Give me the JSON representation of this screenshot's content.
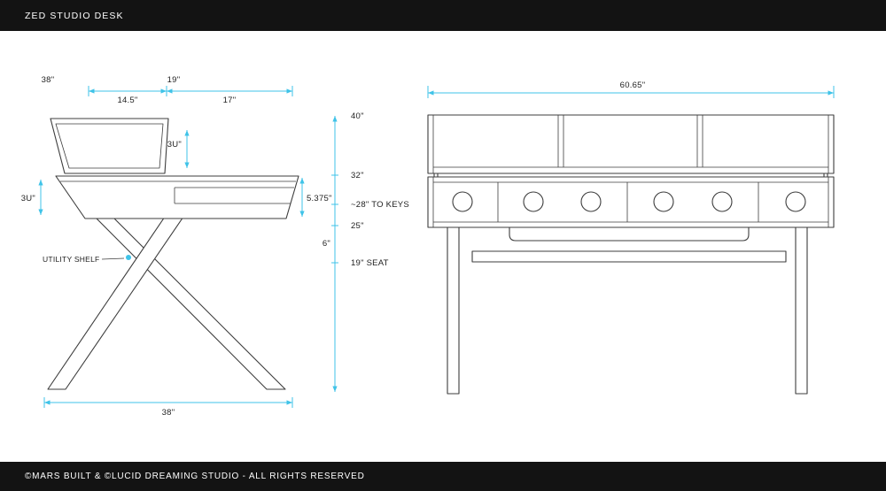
{
  "colors": {
    "bar": "#131313",
    "bar_text": "#ffffff",
    "canvas": "#ffffff",
    "line": "#3d3d3d",
    "dimension": "#3fc3e8",
    "label": "#1f1f1f"
  },
  "header": {
    "title": "ZED STUDIO DESK"
  },
  "footer": {
    "text": "©MARS BUILT & ©LUCID DREAMING STUDIO - ALL RIGHTS RESERVED"
  },
  "side_view": {
    "dims": {
      "top_depth": "38\"",
      "upper_depth": "19\"",
      "shelf_depth": "14.5\"",
      "desk_depth": "17\"",
      "hutch_height": "3U\"",
      "rear_height": "3U\"",
      "front_edge": "5.375\"",
      "bottom_depth": "38\""
    },
    "callout": "UTILITY SHELF",
    "heights": [
      "40\"",
      "32\"",
      "~28\" TO KEYS",
      "25\"",
      "6\"",
      "19\" SEAT"
    ]
  },
  "front_view": {
    "dims": {
      "overall_width": "60.65\""
    }
  }
}
